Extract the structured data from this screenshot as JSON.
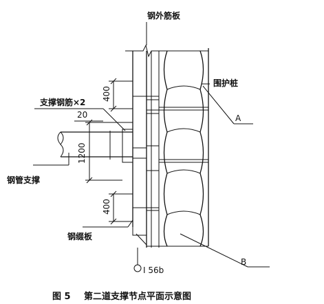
{
  "labels": {
    "steel_outer_plate": "钢外筋板",
    "retaining_pile": "围护桩",
    "support_rebar": "支撑钢筋×2",
    "dim_20": "20",
    "steel_pipe_support": "钢管支撑",
    "steel_pad_plate": "钢缀板",
    "marker_a": "A",
    "marker_b": "B",
    "section_label": "I 56b",
    "dim_400_top": "400",
    "dim_1200": "1200",
    "dim_400_bottom": "400"
  },
  "caption": {
    "figure_no": "图 5",
    "title": "第二道支撑节点平面示意图"
  },
  "colors": {
    "line": "#111111",
    "background": "#ffffff"
  }
}
